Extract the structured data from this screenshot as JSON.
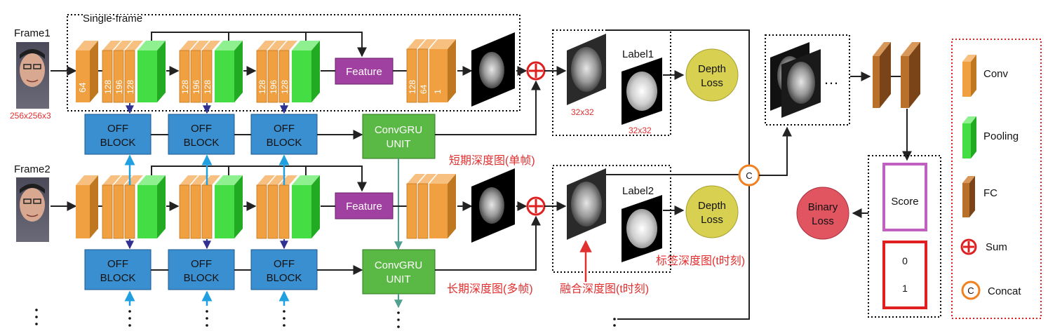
{
  "frames": [
    {
      "label": "Frame1",
      "size": "256x256x3"
    },
    {
      "label": "Frame2"
    }
  ],
  "single_frame_label": "Single-frame",
  "channels": {
    "first": "64",
    "block1": [
      "128",
      "196",
      "128"
    ],
    "block2": [
      "128",
      "196",
      "128"
    ],
    "block3": [
      "128",
      "196",
      "128"
    ],
    "head": [
      "128",
      "64",
      "1"
    ]
  },
  "off_block": {
    "line1": "OFF",
    "line2": "BLOCK"
  },
  "convgru": {
    "line1": "ConvGRU",
    "line2": "UNIT"
  },
  "feature_label": "Feature",
  "depth_loss": {
    "line1": "Depth",
    "line2": "Loss"
  },
  "labels": {
    "label1": "Label1",
    "label2": "Label2",
    "size_a": "32x32",
    "size_b": "32x32"
  },
  "ellipsis": "…",
  "annotations": {
    "short_term": "短期深度图(单帧)",
    "long_term": "长期深度图(多帧)",
    "fused": "融合深度图(t时刻)",
    "label_depth": "标签深度图(t时刻)"
  },
  "concat_symbol": "C",
  "binary_loss": {
    "line1": "Binary",
    "line2": "Loss"
  },
  "score_label": "Score",
  "binary_values": [
    "0",
    "1"
  ],
  "legend": {
    "conv": "Conv",
    "pooling": "Pooling",
    "fc": "FC",
    "sum": "Sum",
    "concat": "Concat"
  },
  "colors": {
    "conv": "#f0a040",
    "pooling": "#44dd44",
    "fc": "#b8702a",
    "off_block": "#3a8fd0",
    "convgru": "#5ab845",
    "feature": "#a040a0",
    "depth_loss": "#d8d050",
    "binary_loss": "#e05560",
    "sum": "#e02020",
    "concat": "#f08020",
    "score_border": "#c060c0",
    "annotation_red": "#e03030",
    "arrow_blue": "#303090",
    "arrow_cyan": "#20a0e0",
    "arrow_teal": "#50a090"
  }
}
